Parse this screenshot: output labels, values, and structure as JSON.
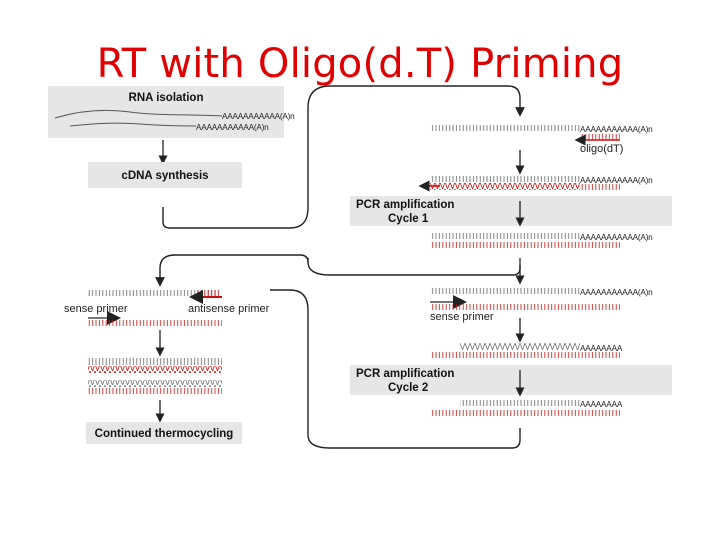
{
  "title": "RT with Oligo(d.T) Priming",
  "steps": {
    "rna_isolation": "RNA isolation",
    "cdna_synthesis": "cDNA synthesis",
    "continued": "Continued thermocycling",
    "pcr_cycle1_line1": "PCR amplification",
    "pcr_cycle1_line2": "Cycle 1",
    "pcr_cycle2_line1": "PCR amplification",
    "pcr_cycle2_line2": "Cycle 2"
  },
  "labels": {
    "oligo_dt": "oligo(dT)",
    "sense_primer_left": "sense primer",
    "antisense_primer": "antisense primer",
    "sense_primer_right": "sense primer"
  },
  "polyA": {
    "tail_n": "AAAAAAAAAAA(A)n",
    "tail_short": "AAAAAAAA"
  },
  "colors": {
    "title": "#e00000",
    "cdna_strand": "#cc1111",
    "box_fill": "#e6e6e6",
    "strand": "#555555"
  }
}
